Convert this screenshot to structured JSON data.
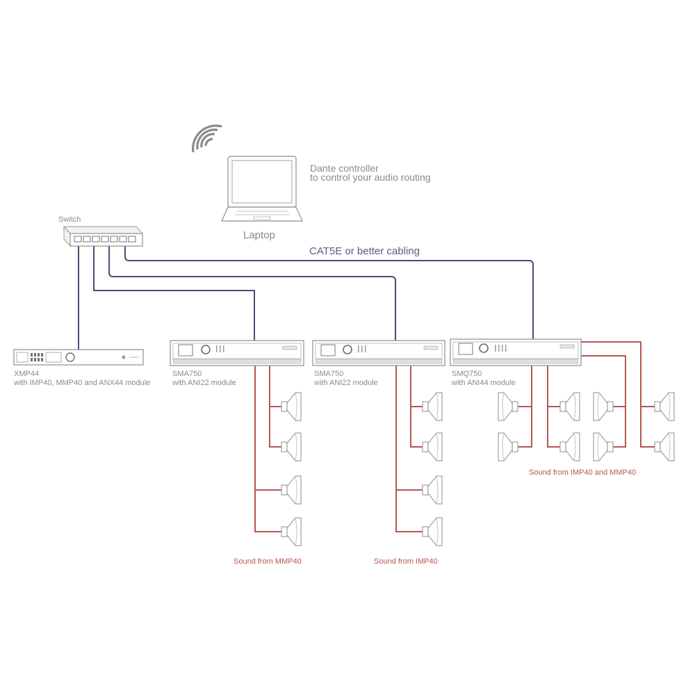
{
  "laptop": {
    "label": "Laptop",
    "caption_line1": "Dante controller",
    "caption_line2": "to control your audio routing"
  },
  "switch": {
    "label": "Switch"
  },
  "cabling_label": "CAT5E or better cabling",
  "devices": [
    {
      "name": "XMP44",
      "description": "with IMP40, MMP40 and ANX44 module"
    },
    {
      "name": "SMA750",
      "description": "with ANI22 module"
    },
    {
      "name": "SMA750",
      "description": "with ANI22 module"
    },
    {
      "name": "SMQ750",
      "description": "with ANI44 module"
    }
  ],
  "sound_labels": [
    "Sound from MMP40",
    "Sound from IMP40",
    "Sound from IMP40 and MMP40"
  ],
  "colors": {
    "network_cable": "#4e4a78",
    "speaker_cable": "#b5554f",
    "device_outline": "#8e8e8e",
    "label_text": "#8a8a8a"
  },
  "icons": [
    "wifi-icon",
    "laptop-icon",
    "network-switch-icon",
    "speaker-icon"
  ]
}
